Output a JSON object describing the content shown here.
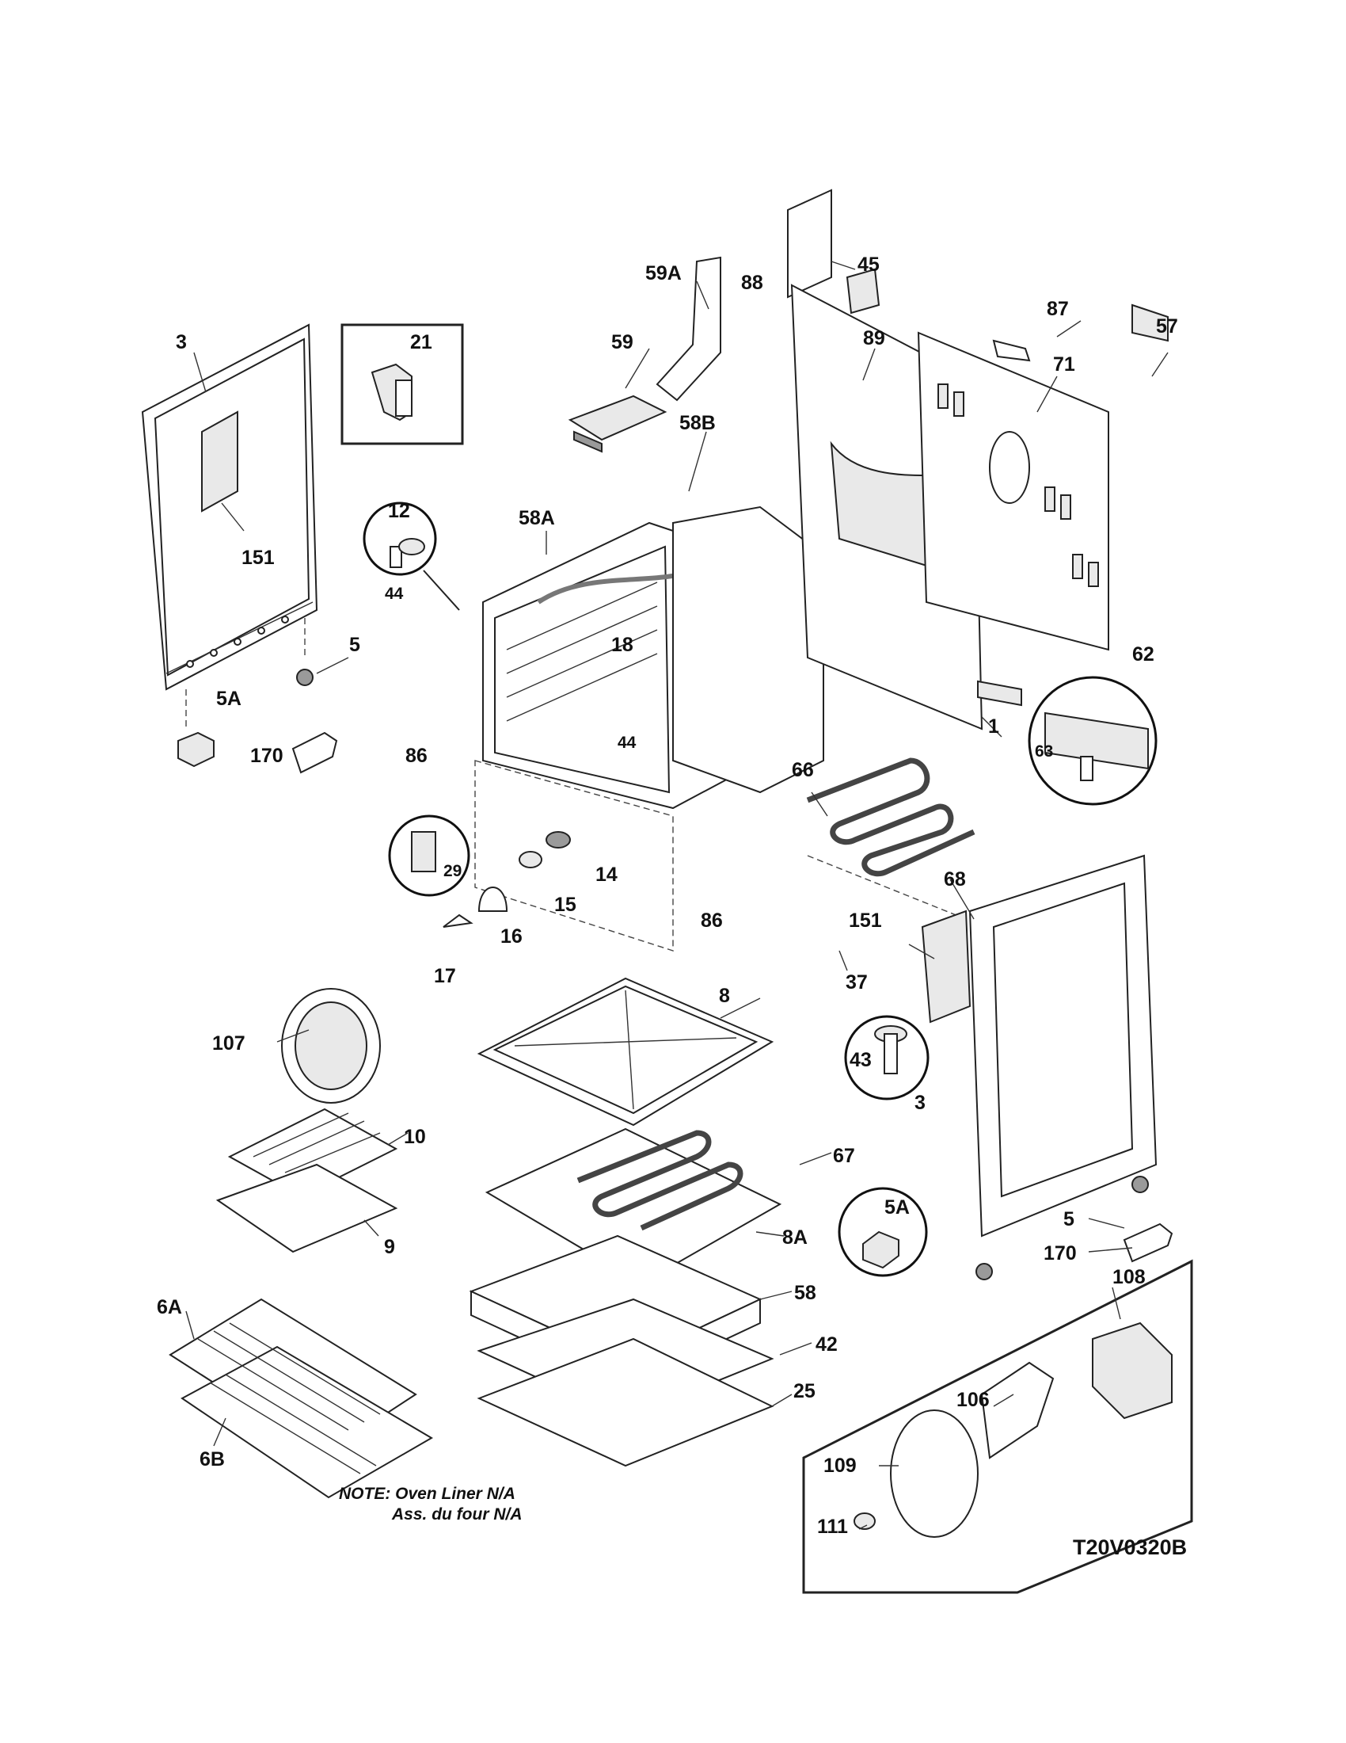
{
  "diagram": {
    "labels": {
      "p3_left": "3",
      "p21": "21",
      "p151_left": "151",
      "p5_left": "5",
      "p5A_left": "5A",
      "p170_left": "170",
      "p12": "12",
      "p44_left": "44",
      "p58A": "58A",
      "p59": "59",
      "p59A": "59A",
      "p45": "45",
      "p58B": "58B",
      "p88": "88",
      "p89": "89",
      "p87": "87",
      "p71": "71",
      "p57": "57",
      "p18": "18",
      "p44_center": "44",
      "p86_left": "86",
      "p86_right": "86",
      "p1": "1",
      "p62": "62",
      "p63": "63",
      "p66": "66",
      "p68": "68",
      "p29": "29",
      "p14": "14",
      "p15": "15",
      "p16": "16",
      "p17": "17",
      "p151_right": "151",
      "p37": "37",
      "p8": "8",
      "p43": "43",
      "p107": "107",
      "p10": "10",
      "p9": "9",
      "p3_right": "3",
      "p67": "67",
      "p8A": "8A",
      "p5A_right": "5A",
      "p5_right": "5",
      "p170_right": "170",
      "p58": "58",
      "p42": "42",
      "p25": "25",
      "p6A": "6A",
      "p6B": "6B",
      "p108": "108",
      "p106": "106",
      "p109": "109",
      "p111": "111"
    },
    "note_line1": "NOTE: Oven Liner N/A",
    "note_line2": "Ass. du four N/A",
    "drawing_code": "T20V0320B"
  }
}
